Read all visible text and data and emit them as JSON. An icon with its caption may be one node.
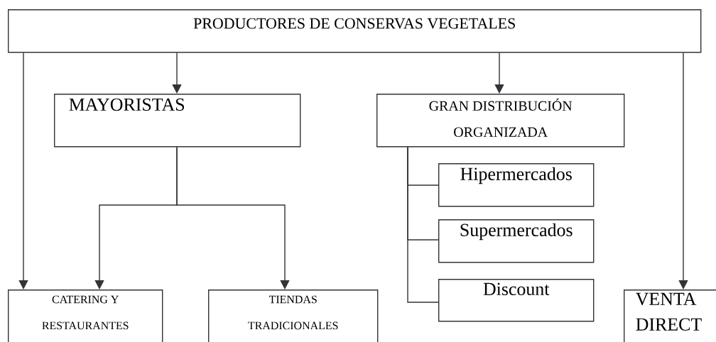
{
  "diagram": {
    "nodes": [
      {
        "text": [
          "PRODUCTORES DE CONSERVAS VEGETALES"
        ]
      },
      {
        "text": [
          "MAYORISTAS"
        ]
      },
      {
        "text": [
          "GRAN DISTRIBUCIÓN ORGANIZADA"
        ]
      },
      {
        "text": [
          "Hipermercados"
        ]
      },
      {
        "text": [
          "Supermercados"
        ]
      },
      {
        "text": [
          "Discount"
        ]
      },
      {
        "text": [
          "CATERING Y RESTAURANTES"
        ]
      },
      {
        "text": [
          "TIENDAS TRADICIONALES"
        ]
      },
      {
        "text": [
          "VENTA DIRECT"
        ]
      }
    ],
    "edges": [
      {
        "from": 0,
        "to": 6,
        "arrow": "to"
      },
      {
        "from": 0,
        "to": 1,
        "arrow": "to"
      },
      {
        "from": 0,
        "to": 2,
        "arrow": "to"
      },
      {
        "from": 0,
        "to": 8,
        "arrow": "to"
      },
      {
        "from": 1,
        "to": 6,
        "arrow": "to"
      },
      {
        "from": 1,
        "to": 7,
        "arrow": "to"
      },
      {
        "from": 2,
        "to": 3,
        "arrow": "none"
      },
      {
        "from": 2,
        "to": 4,
        "arrow": "none"
      },
      {
        "from": 2,
        "to": 5,
        "arrow": "none"
      }
    ]
  }
}
